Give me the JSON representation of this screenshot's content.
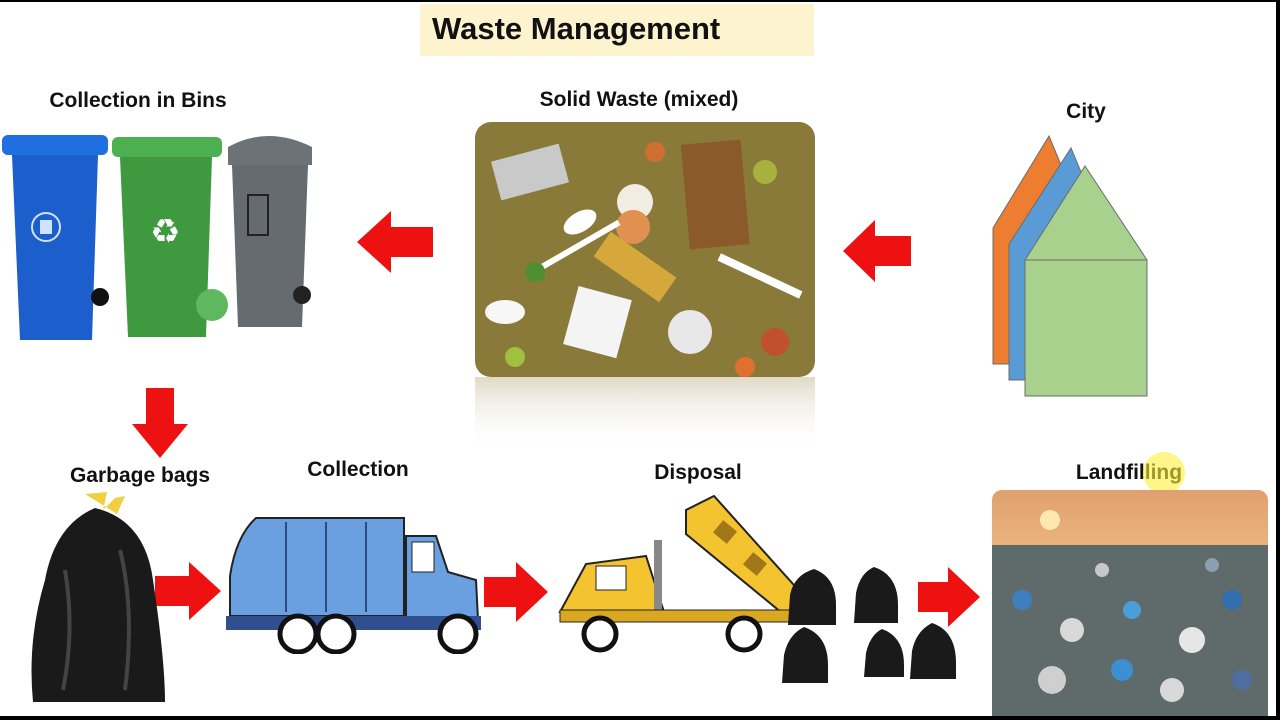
{
  "title": "Waste Management",
  "labels": {
    "collection_in_bins": "Collection in Bins",
    "solid_waste": "Solid Waste (mixed)",
    "city": "City",
    "garbage_bags": "Garbage bags",
    "collection": "Collection",
    "disposal": "Disposal",
    "landfilling": "Landfilling"
  },
  "colors": {
    "arrow": "#ee1111",
    "title_bg": "#fdf3cf",
    "house_orange": "#ed7d31",
    "house_blue": "#5b9bd5",
    "house_green": "#a9d18e",
    "bin_blue": "#1c5fcc",
    "bin_green": "#3f9a3f",
    "bin_gray": "#666b70",
    "truck_blue": "#6aa0e0",
    "truck_yellow": "#f4c430"
  }
}
